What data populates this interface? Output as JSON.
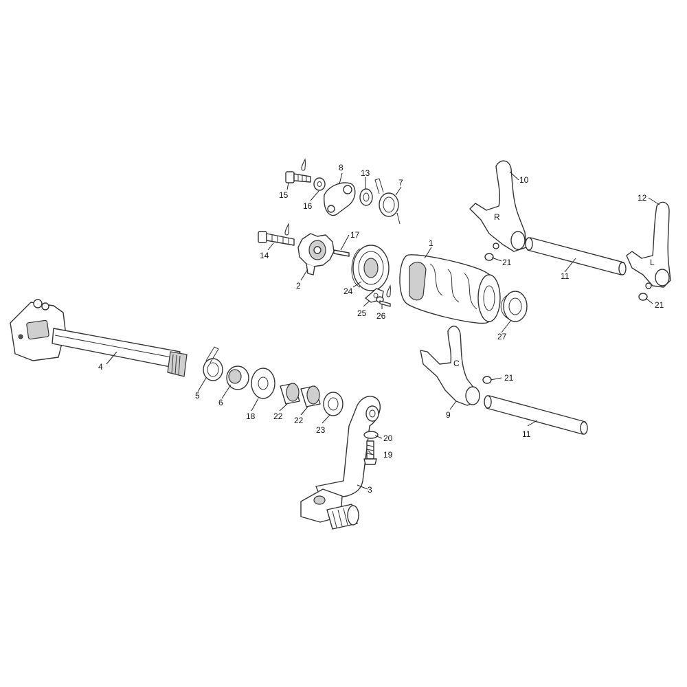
{
  "callouts": {
    "c1": "1",
    "c2": "2",
    "c3": "3",
    "c4": "4",
    "c5": "5",
    "c6": "6",
    "c7": "7",
    "c8": "8",
    "c9": "9",
    "c10": "10",
    "c11a": "11",
    "c11b": "11",
    "c12": "12",
    "c13": "13",
    "c14": "14",
    "c15": "15",
    "c16": "16",
    "c17": "17",
    "c18": "18",
    "c19": "19",
    "c20": "20",
    "c21a": "21",
    "c21b": "21",
    "c21c": "21",
    "c22a": "22",
    "c22b": "22",
    "c23": "23",
    "c24": "24",
    "c25": "25",
    "c26": "26",
    "c27": "27"
  },
  "fork_marks": {
    "r": "R",
    "l": "L",
    "c": "C"
  }
}
